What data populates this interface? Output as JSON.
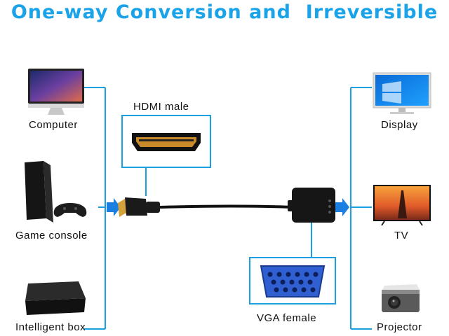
{
  "title": "One-way Conversion and  Irreversible",
  "colors": {
    "title": "#1aa3e8",
    "line": "#1a9fe0",
    "arrow": "#1a7fe0"
  },
  "sources": [
    {
      "label": "Computer",
      "icon": "computer-monitor-icon"
    },
    {
      "label": "Game console",
      "icon": "game-console-icon"
    },
    {
      "label": "Intelligent box",
      "icon": "tv-box-icon"
    }
  ],
  "outputs": [
    {
      "label": "Display",
      "icon": "display-monitor-icon"
    },
    {
      "label": "TV",
      "icon": "tv-icon"
    },
    {
      "label": "Projector",
      "icon": "projector-icon"
    }
  ],
  "connectors": {
    "hdmi_label": "HDMI male",
    "vga_label": "VGA female"
  }
}
